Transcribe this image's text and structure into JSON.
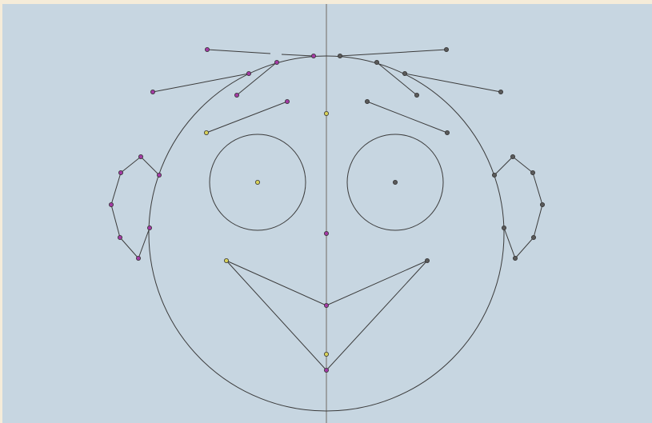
{
  "diagram": {
    "type": "symmetric face construction sketch",
    "colors": {
      "background_outer": "#f5ecd9",
      "canvas": "#c7d6e1",
      "stroke": "#3b3b3b",
      "axis": "#8e8e8e",
      "point_left": "#a33aa3",
      "point_right": "#5a5a5a",
      "point_axis": "#c9c34a",
      "point_outline": "#333333"
    },
    "shapes": [
      "head-circle",
      "left-eye-circle",
      "right-eye-circle",
      "nose-point",
      "mouth-polygon",
      "left-eyebrow",
      "right-eyebrow",
      "left-ear",
      "right-ear",
      "hair-strands",
      "symmetry-axis"
    ]
  }
}
